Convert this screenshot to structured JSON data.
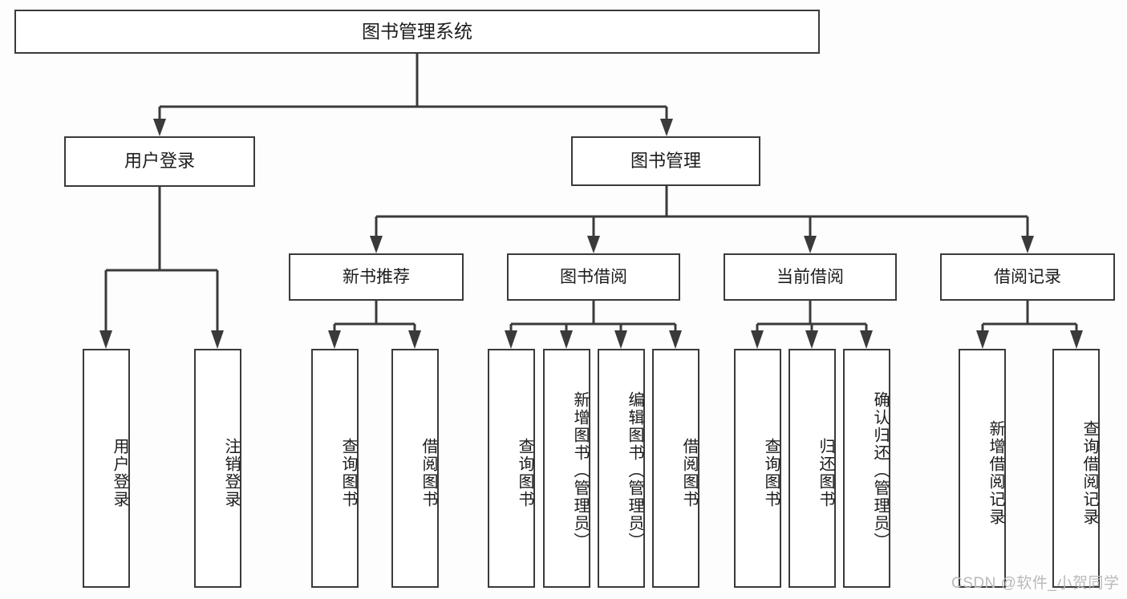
{
  "diagram": {
    "type": "tree-hierarchy",
    "title": "图书管理系统",
    "root": {
      "id": "root",
      "label": "图书管理系统"
    },
    "level2": [
      {
        "id": "user-login",
        "label": "用户登录"
      },
      {
        "id": "book-manage",
        "label": "图书管理"
      }
    ],
    "level3": [
      {
        "id": "new-book-recommend",
        "label": "新书推荐",
        "parent": "book-manage"
      },
      {
        "id": "book-borrow",
        "label": "图书借阅",
        "parent": "book-manage"
      },
      {
        "id": "current-borrow",
        "label": "当前借阅",
        "parent": "book-manage"
      },
      {
        "id": "borrow-record",
        "label": "借阅记录",
        "parent": "book-manage"
      }
    ],
    "leaves": [
      {
        "id": "leaf-user-login",
        "label": "用户登录",
        "parent": "user-login"
      },
      {
        "id": "leaf-user-logout",
        "label": "注销登录",
        "parent": "user-login"
      },
      {
        "id": "leaf-query-book-1",
        "label": "查询图书",
        "parent": "new-book-recommend"
      },
      {
        "id": "leaf-borrow-book-1",
        "label": "借阅图书",
        "parent": "new-book-recommend"
      },
      {
        "id": "leaf-query-book-2",
        "label": "查询图书",
        "parent": "book-borrow"
      },
      {
        "id": "leaf-add-book",
        "label": "新增图书（管理员）",
        "parent": "book-borrow"
      },
      {
        "id": "leaf-edit-book",
        "label": "编辑图书（管理员）",
        "parent": "book-borrow"
      },
      {
        "id": "leaf-borrow-book-2",
        "label": "借阅图书",
        "parent": "book-borrow"
      },
      {
        "id": "leaf-query-book-3",
        "label": "查询图书",
        "parent": "current-borrow"
      },
      {
        "id": "leaf-return-book",
        "label": "归还图书",
        "parent": "current-borrow"
      },
      {
        "id": "leaf-confirm-return",
        "label": "确认归还（管理员）",
        "parent": "current-borrow"
      },
      {
        "id": "leaf-add-record",
        "label": "新增借阅记录",
        "parent": "borrow-record"
      },
      {
        "id": "leaf-query-record",
        "label": "查询借阅记录",
        "parent": "borrow-record"
      }
    ],
    "watermark": "CSDN @软件_小贺同学",
    "colors": {
      "border": "#3a3a3a",
      "box_fill": "#ffffff",
      "text": "#1b1b1b",
      "background": "#fdfdfd",
      "watermark": "#b9b9b9"
    }
  }
}
